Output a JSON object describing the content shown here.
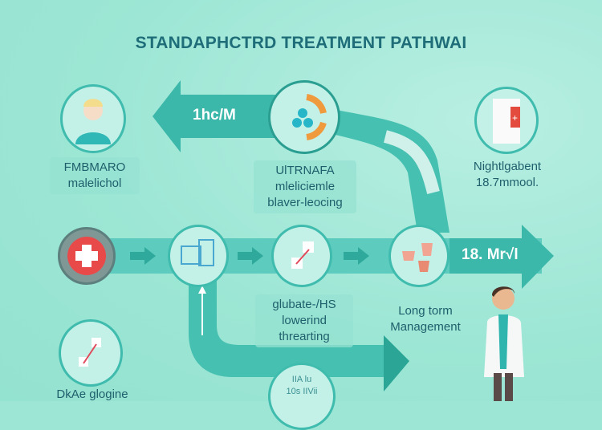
{
  "title": "STANDAPHCTRD TREATMENT PATHWAI",
  "top_arrow_label": "1hc/M",
  "main_arrow_label": "18. Mr√l",
  "steps": {
    "patient": [
      "FMBMARO",
      "malelichol"
    ],
    "center": [
      "UlTRNAFA",
      "mleliciemle",
      "blaver-leocing"
    ],
    "right": [
      "Nightlgabent",
      "18.7mmool."
    ],
    "middle": [
      "glubate-/HS",
      "lowerind",
      "threarting"
    ],
    "long_term": [
      "Long torm",
      "Management"
    ],
    "bottom_left": [
      "DkAe glogine"
    ],
    "bottom": [
      "IIA lu",
      "10s IIVii"
    ]
  },
  "colors": {
    "bg": "#9de6d5",
    "teal": "#3fbcae",
    "dark": "#1e6d79",
    "red": "#e84a4a"
  }
}
